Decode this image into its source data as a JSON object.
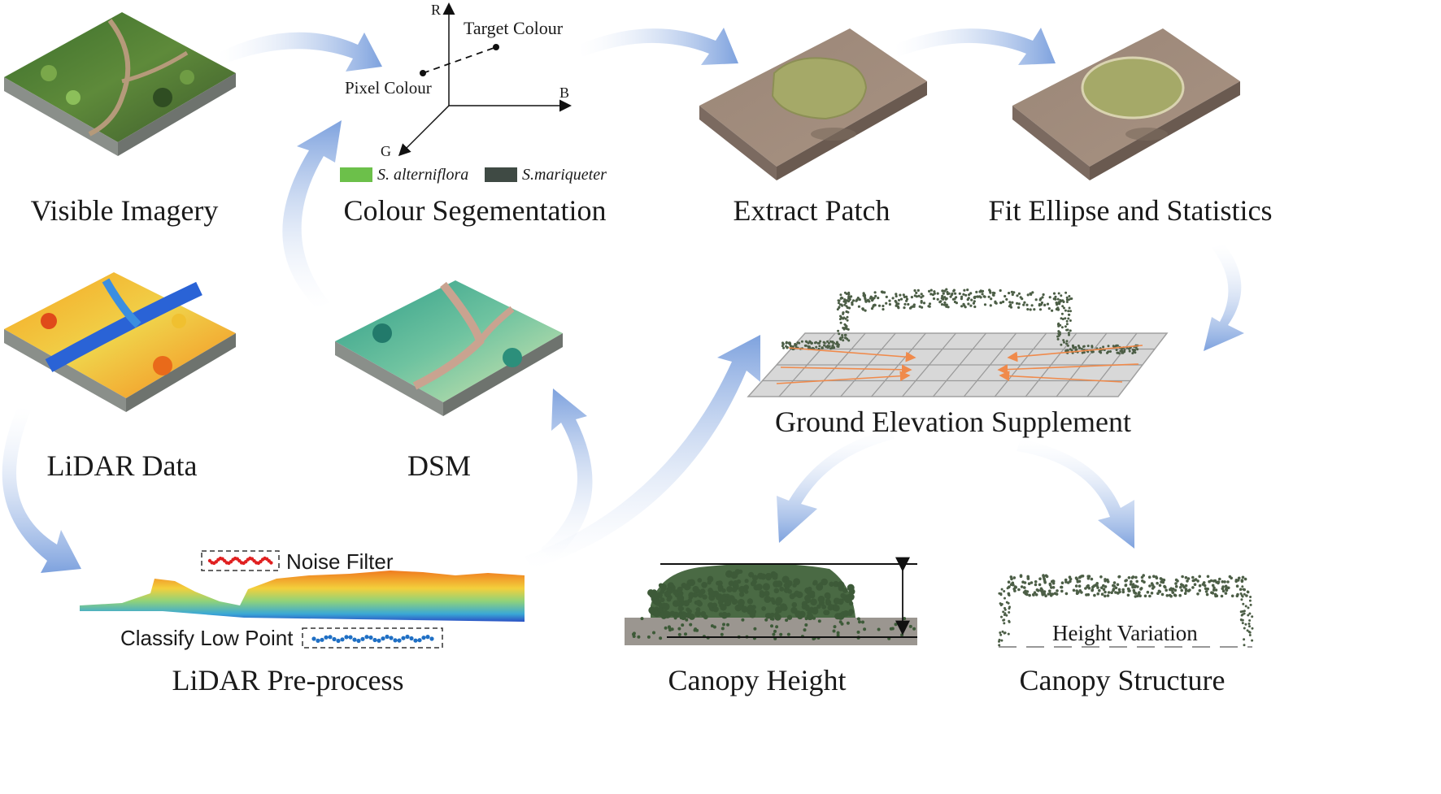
{
  "stages": {
    "visible_imagery": "Visible Imagery",
    "colour_segmentation": "Colour Segementation",
    "extract_patch": "Extract Patch",
    "fit_ellipse": "Fit Ellipse and Statistics",
    "lidar_data": "LiDAR Data",
    "dsm": "DSM",
    "ground_elevation": "Ground Elevation Supplement",
    "lidar_preprocess": "LiDAR Pre-process",
    "canopy_height": "Canopy Height",
    "canopy_structure": "Canopy Structure"
  },
  "colour_space": {
    "axis_r": "R",
    "axis_g": "G",
    "axis_b": "B",
    "target": "Target Colour",
    "pixel": "Pixel Colour",
    "legend": [
      {
        "name": "S. alterniflora",
        "color": "#6cc04a"
      },
      {
        "name": "S.mariqueter",
        "color": "#3f4a44"
      }
    ]
  },
  "preprocess": {
    "noise_filter": "Noise Filter",
    "classify_low": "Classify Low Point"
  },
  "canopy_structure": {
    "height_variation": "Height Variation"
  },
  "colors": {
    "arrow": "#8fb0e3",
    "noise": "#e02020",
    "low_point": "#1f6fc4",
    "grid_arrow": "#f08a4b",
    "canopy_points": "#4c5e46"
  }
}
